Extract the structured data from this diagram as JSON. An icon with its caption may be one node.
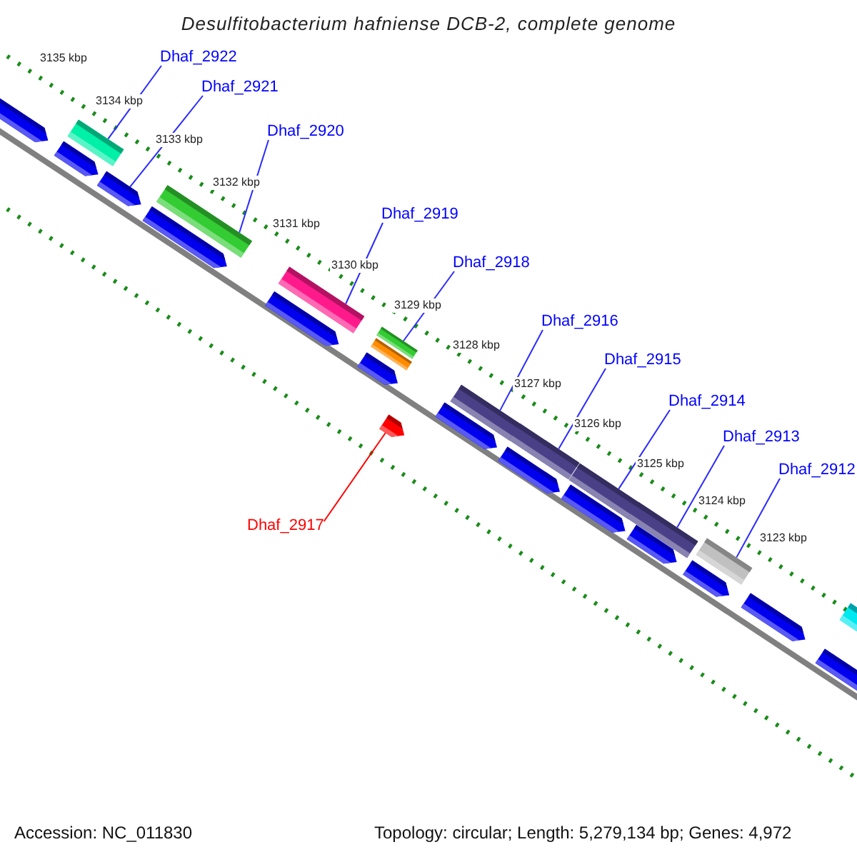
{
  "diagram": {
    "title": "Desulfitobacterium hafniense DCB-2, complete genome",
    "nodes": [
      {
        "text": [
          "Dhaf_2922"
        ]
      },
      {
        "text": [],
        "shape": "bar"
      },
      {
        "text": [
          "Dhaf_2921"
        ]
      },
      {
        "text": [],
        "shape": "bar"
      },
      {
        "text": [
          "Dhaf_2920"
        ]
      },
      {
        "text": [],
        "shape": "bar"
      },
      {
        "text": [
          "Dhaf_2919"
        ]
      },
      {
        "text": [],
        "shape": "bar"
      },
      {
        "text": [
          "Dhaf_2918"
        ]
      },
      {
        "text": [],
        "shape": "bar"
      },
      {
        "text": [
          "Dhaf_2916"
        ]
      },
      {
        "text": [],
        "shape": "bar"
      },
      {
        "text": [
          "Dhaf_2915"
        ]
      },
      {
        "text": [],
        "shape": "bar"
      },
      {
        "text": [
          "Dhaf_2914"
        ]
      },
      {
        "text": [],
        "shape": "bar"
      },
      {
        "text": [
          "Dhaf_2913"
        ]
      },
      {
        "text": [],
        "shape": "bar"
      },
      {
        "text": [
          "Dhaf_2912"
        ]
      },
      {
        "text": [],
        "shape": "bar"
      },
      {
        "text": [
          "Dhaf_2917"
        ]
      },
      {
        "text": [],
        "shape": "bar"
      },
      {
        "text": [],
        "shape": "bar"
      },
      {
        "text": [],
        "shape": "bar"
      },
      {
        "text": [],
        "shape": "bar"
      },
      {
        "text": [],
        "shape": "bar"
      },
      {
        "text": [],
        "shape": "bar"
      },
      {
        "text": [],
        "shape": "bar"
      },
      {
        "text": [],
        "shape": "bar"
      },
      {
        "text": [],
        "shape": "bar"
      },
      {
        "text": [],
        "shape": "bar"
      },
      {
        "text": [],
        "shape": "bar"
      },
      {
        "text": [],
        "shape": "bar"
      },
      {
        "text": [],
        "shape": "bar"
      },
      {
        "text": [],
        "shape": "bar"
      },
      {
        "text": [],
        "shape": "bar"
      }
    ],
    "edges": [
      {
        "from": 0,
        "to": 1,
        "arrow": "none"
      },
      {
        "from": 2,
        "to": 3,
        "arrow": "none"
      },
      {
        "from": 4,
        "to": 5,
        "arrow": "none"
      },
      {
        "from": 6,
        "to": 7,
        "arrow": "none"
      },
      {
        "from": 8,
        "to": 9,
        "arrow": "none"
      },
      {
        "from": 10,
        "to": 11,
        "arrow": "none"
      },
      {
        "from": 12,
        "to": 13,
        "arrow": "none"
      },
      {
        "from": 14,
        "to": 15,
        "arrow": "none"
      },
      {
        "from": 16,
        "to": 17,
        "arrow": "none"
      },
      {
        "from": 18,
        "to": 19,
        "arrow": "none"
      },
      {
        "from": 20,
        "to": 21,
        "arrow": "none",
        "color": "#ff0000"
      }
    ],
    "labels": [
      "3135 kbp",
      "3134 kbp",
      "3133 kbp",
      "3132 kbp",
      "3131 kbp",
      "3130 kbp",
      "3129 kbp",
      "3128 kbp",
      "3127 kbp",
      "3126 kbp",
      "3125 kbp",
      "3124 kbp",
      "3123 kbp",
      "Accession: NC_011830",
      "Topology: circular; Length: 5,279,134 bp; Genes: 4,972"
    ]
  }
}
